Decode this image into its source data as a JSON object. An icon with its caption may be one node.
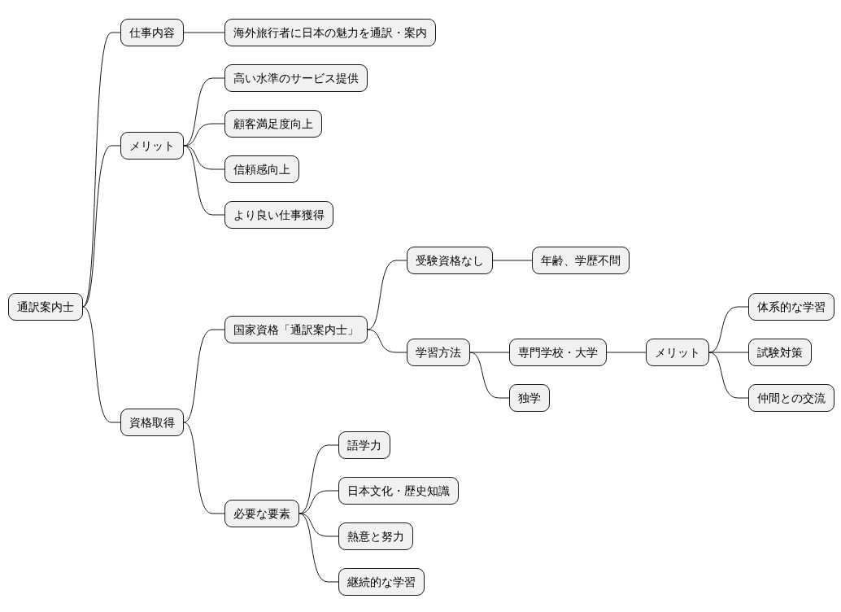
{
  "diagram": {
    "nodes": [
      {
        "text": [
          "通訳案内士"
        ]
      },
      {
        "text": [
          "仕事内容"
        ]
      },
      {
        "text": [
          "海外旅行者に日本の魅力を通訳・案内"
        ]
      },
      {
        "text": [
          "メリット"
        ]
      },
      {
        "text": [
          "高い水準のサービス提供"
        ]
      },
      {
        "text": [
          "顧客満足度向上"
        ]
      },
      {
        "text": [
          "信頼感向上"
        ]
      },
      {
        "text": [
          "より良い仕事獲得"
        ]
      },
      {
        "text": [
          "資格取得"
        ]
      },
      {
        "text": [
          "国家資格「通訳案内士」"
        ]
      },
      {
        "text": [
          "受験資格なし"
        ]
      },
      {
        "text": [
          "年齢、学歴不問"
        ]
      },
      {
        "text": [
          "学習方法"
        ]
      },
      {
        "text": [
          "専門学校・大学"
        ]
      },
      {
        "text": [
          "メリット"
        ]
      },
      {
        "text": [
          "体系的な学習"
        ]
      },
      {
        "text": [
          "試験対策"
        ]
      },
      {
        "text": [
          "仲間との交流"
        ]
      },
      {
        "text": [
          "独学"
        ]
      },
      {
        "text": [
          "必要な要素"
        ]
      },
      {
        "text": [
          "語学力"
        ]
      },
      {
        "text": [
          "日本文化・歴史知識"
        ]
      },
      {
        "text": [
          "熱意と努力"
        ]
      },
      {
        "text": [
          "継続的な学習"
        ]
      }
    ],
    "edges": [
      {
        "from": 0,
        "to": 1,
        "arrow": "none"
      },
      {
        "from": 1,
        "to": 2,
        "arrow": "none"
      },
      {
        "from": 0,
        "to": 3,
        "arrow": "none"
      },
      {
        "from": 3,
        "to": 4,
        "arrow": "none"
      },
      {
        "from": 3,
        "to": 5,
        "arrow": "none"
      },
      {
        "from": 3,
        "to": 6,
        "arrow": "none"
      },
      {
        "from": 3,
        "to": 7,
        "arrow": "none"
      },
      {
        "from": 0,
        "to": 8,
        "arrow": "none"
      },
      {
        "from": 8,
        "to": 9,
        "arrow": "none"
      },
      {
        "from": 9,
        "to": 10,
        "arrow": "none"
      },
      {
        "from": 10,
        "to": 11,
        "arrow": "none"
      },
      {
        "from": 9,
        "to": 12,
        "arrow": "none"
      },
      {
        "from": 12,
        "to": 13,
        "arrow": "none"
      },
      {
        "from": 13,
        "to": 14,
        "arrow": "none"
      },
      {
        "from": 14,
        "to": 15,
        "arrow": "none"
      },
      {
        "from": 14,
        "to": 16,
        "arrow": "none"
      },
      {
        "from": 14,
        "to": 17,
        "arrow": "none"
      },
      {
        "from": 12,
        "to": 18,
        "arrow": "none"
      },
      {
        "from": 8,
        "to": 19,
        "arrow": "none"
      },
      {
        "from": 19,
        "to": 20,
        "arrow": "none"
      },
      {
        "from": 19,
        "to": 21,
        "arrow": "none"
      },
      {
        "from": 19,
        "to": 22,
        "arrow": "none"
      },
      {
        "from": 19,
        "to": 23,
        "arrow": "none"
      }
    ]
  }
}
